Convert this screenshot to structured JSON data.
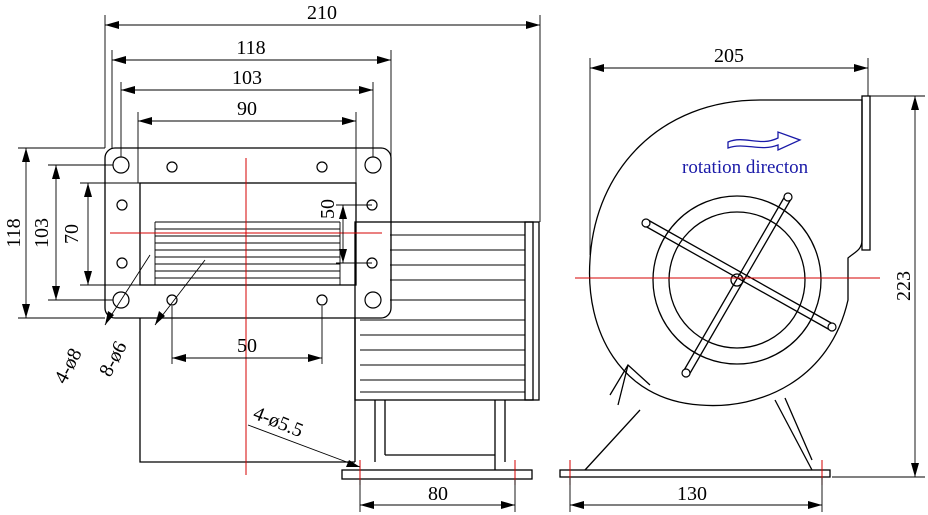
{
  "dimensions": {
    "overall_width": "210",
    "flange_outer": "118",
    "flange_hole_pitch": "103",
    "outlet_inner": "90",
    "flange_height_outer": "118",
    "flange_height_pitch": "103",
    "outlet_inner_height": "70",
    "small_hole_vertical": "50",
    "small_hole_horizontal": "50",
    "foot_hole_pitch": "80",
    "side_width": "205",
    "side_height": "223",
    "side_foot_width": "130"
  },
  "notes": {
    "large_holes": "4-ø8",
    "small_holes": "8-ø6",
    "foot_holes": "4-ø5.5"
  },
  "rotation_label": "rotation directon",
  "colors": {
    "line": "#000000",
    "center_line": "#d40000",
    "rotation_arrow": "#1a1aa8"
  }
}
